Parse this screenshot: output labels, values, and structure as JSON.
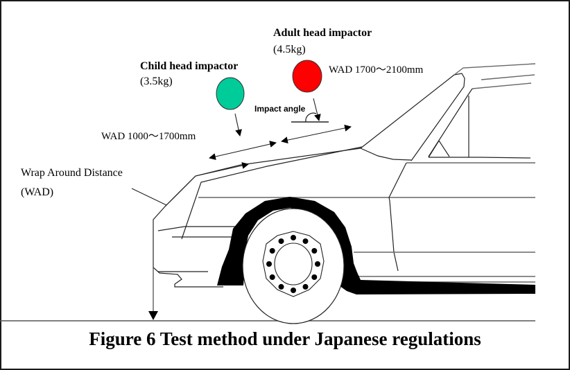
{
  "figure": {
    "caption": "Figure 6 Test method under Japanese regulations"
  },
  "labels": {
    "adult_impactor_title": "Adult head impactor",
    "adult_impactor_mass": "(4.5kg)",
    "child_impactor_title": "Child head impactor",
    "child_impactor_mass": "(3.5kg)",
    "adult_wad_range": "WAD 1700〜2100mm",
    "child_wad_range": "WAD 1000〜1700mm",
    "impact_angle": "Impact angle",
    "wad_line1": "Wrap Around Distance",
    "wad_line2": "(WAD)"
  },
  "colors": {
    "adult_impactor": "#ff0000",
    "child_impactor": "#00cc99",
    "line": "#222222",
    "fill_black": "#000000"
  },
  "icons": {
    "adult_impactor": "red-circle",
    "child_impactor": "green-circle",
    "arrow": "filled-triangle-arrowhead"
  }
}
